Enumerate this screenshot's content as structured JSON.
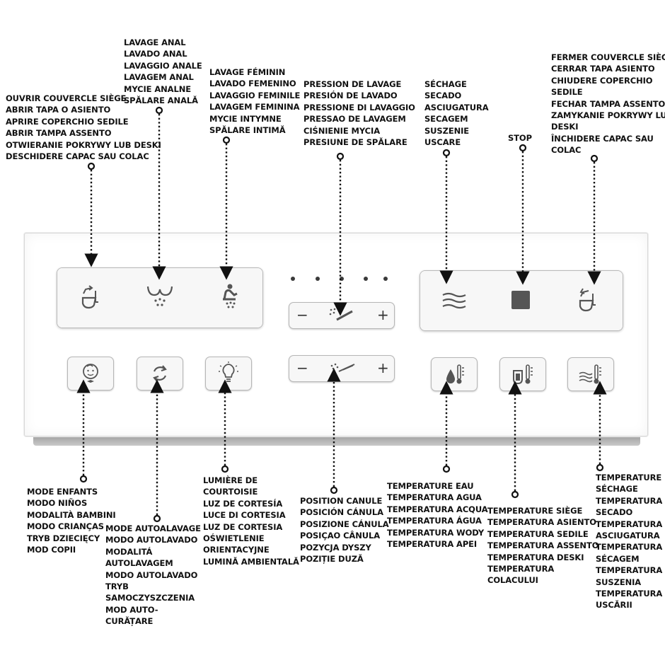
{
  "labels": {
    "open_lid": [
      "OUVRIR COUVERCLE SIÈGE",
      "ABRIR TAPA O ASIENTO",
      "APRIRE COPERCHIO SEDILE",
      "ABRIR TAMPA ASSENTO",
      "OTWIERANIE POKRYWY LUB DESKI",
      "DESCHIDERE CAPAC SAU COLAC"
    ],
    "anal_wash": [
      "LAVAGE ANAL",
      "LAVADO ANAL",
      "LAVAGGIO ANALE",
      "LAVAGEM ANAL",
      "MYCIE ANALNE",
      "SPĂLARE ANALĂ"
    ],
    "feminine_wash": [
      "LAVAGE FÉMININ",
      "LAVADO FEMENINO",
      "LAVAGGIO FEMINILE",
      "LAVAGEM FEMININA",
      "MYCIE INTYMNE",
      "SPĂLARE INTIMĂ"
    ],
    "wash_pressure": [
      "PRESSION DE LAVAGE",
      "PRESIÓN DE LAVADO",
      "PRESSIONE DI LAVAGGIO",
      "PRESSAO DE LAVAGEM",
      "CIŚNIENIE MYCIA",
      "PRESIUNE DE SPĂLARE"
    ],
    "drying": [
      "SÉCHAGE",
      "SECADO",
      "ASCIUGATURA",
      "SECAGEM",
      "SUSZENIE",
      "USCARE"
    ],
    "stop": [
      "STOP"
    ],
    "close_lid": [
      "FERMER COUVERCLE SIÈGE",
      "CERRAR TAPA ASIENTO",
      "CHIUDERE COPERCHIO SEDILE",
      "FECHAR TAMPA ASSENTO",
      "ZAMYKANIE POKRYWY LUB DESKI",
      "ÎNCHIDERE CAPAC SAU COLAC"
    ],
    "kids_mode": [
      "MODE ENFANTS",
      "MODO NIÑOS",
      "MODALITÀ BAMBINI",
      "MODO CRIANÇAS",
      "TRYB DZIECIĘCY",
      "MOD COPII"
    ],
    "auto_wash": [
      "MODE AUTOALAVAGE",
      "MODO AUTOLAVADO",
      "MODALITÁ AUTOLAVAGEM",
      "MODO AUTOLAVADO",
      "TRYB SAMOCZYSZCZENIA",
      "MOD AUTO-CURĂȚARE"
    ],
    "courtesy_light": [
      "LUMIÈRE DE COURTOISIE",
      "LUZ DE CORTESÍA",
      "LUCE DI CORTESIA",
      "LUZ DE CORTESIA",
      "OŚWIETLENIE ORIENTACYJNE",
      "LUMINĂ AMBIENTALĂ"
    ],
    "nozzle_position": [
      "POSITION CANULE",
      "POSICIÓN CÁNULA",
      "POSIZIONE CÁNULA",
      "POSIÇAO CÂNULA",
      "POZYCJA DYSZY",
      "POZIȚIE DUZĂ"
    ],
    "water_temp": [
      "TEMPERATURE EAU",
      "TEMPERATURA AGUA",
      "TEMPERATURA ACQUA",
      "TEMPERATURA ÁGUA",
      "TEMPERATURA WODY",
      "TEMPERATURA APEI"
    ],
    "seat_temp": [
      "TEMPERATURE SIÈGE",
      "TEMPERATURA ASIENTO",
      "TEMPERATURA SEDILE",
      "TEMPERATURA ASSENTO",
      "TEMPERATURA DESKI",
      "TEMPERATURA COLACULUI"
    ],
    "dry_temp": [
      "TEMPERATURE SÉCHAGE",
      "TEMPERATURA SECADO",
      "TEMPERATURA ASCIUGATURA",
      "TEMPERATURA SÉCAGEM",
      "TEMPERATURA SUSZENIA",
      "TEMPERATURA USCĂRII"
    ]
  },
  "slider": {
    "minus": "−",
    "plus": "+"
  },
  "colors": {
    "icon": "#555555",
    "key_bg": "#f7f7f7",
    "label": "#111111"
  }
}
